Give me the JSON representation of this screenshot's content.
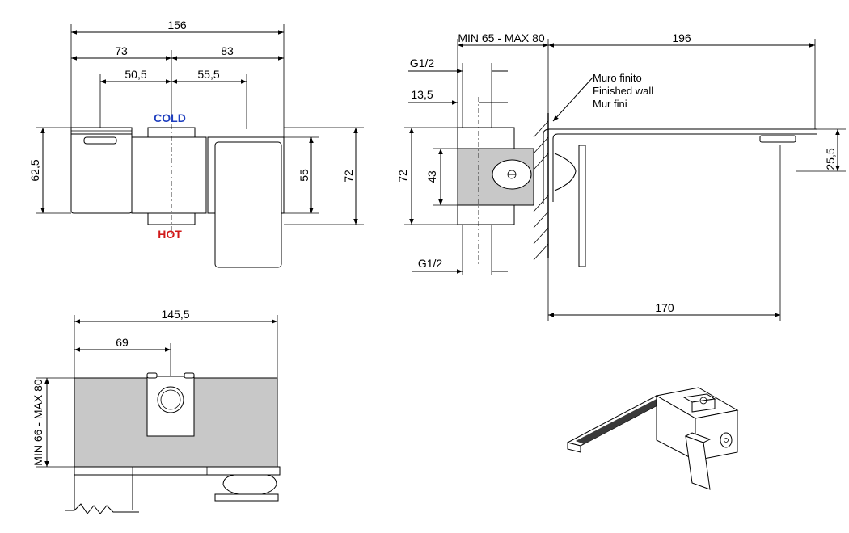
{
  "front_view": {
    "dim_overall_width": "156",
    "dim_left_part": "73",
    "dim_right_part": "83",
    "dim_left_inner": "50,5",
    "dim_right_inner": "55,5",
    "dim_left_height": "62,5",
    "dim_inner_height": "55",
    "dim_overall_height": "72",
    "label_cold": "COLD",
    "label_hot": "HOT"
  },
  "side_view": {
    "dim_wall_range": "MIN  65  - MAX 80",
    "dim_spout_length": "196",
    "dim_thread_top": "G1/2",
    "dim_offset": "13,5",
    "dim_height": "72",
    "dim_inner": "43",
    "dim_thread_bottom": "G1/2",
    "dim_spout_height": "25,5",
    "dim_projection": "170",
    "wall_label_it": "Muro finito",
    "wall_label_en": "Finished wall",
    "wall_label_fr": "Mur fini"
  },
  "top_view": {
    "dim_width": "145,5",
    "dim_axis": "69",
    "dim_depth_range": "MIN  66  - MAX 80"
  }
}
